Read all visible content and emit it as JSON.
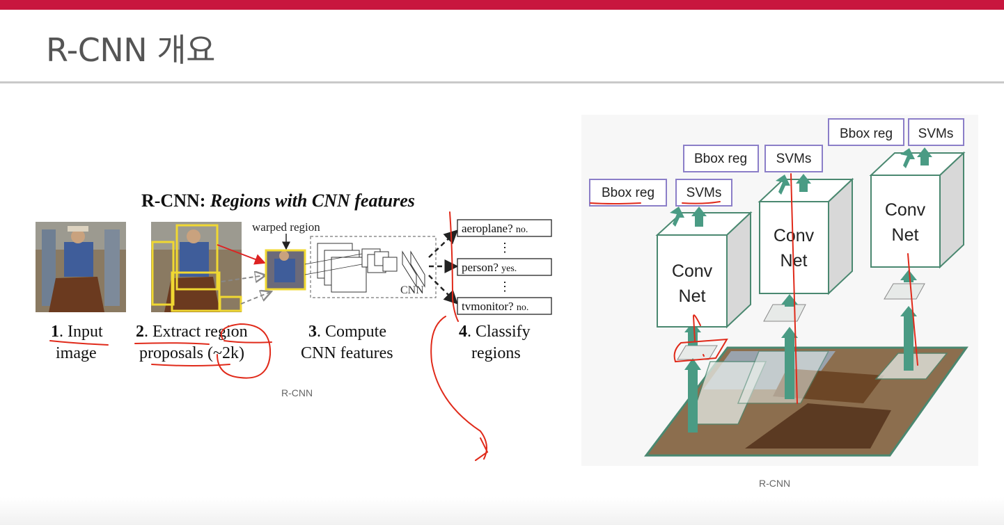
{
  "slide": {
    "title": "R-CNN 개요"
  },
  "left_figure": {
    "heading": "R-CNN: ",
    "heading_italic": "Regions with CNN features",
    "warped_label": "warped region",
    "cnn_label": "CNN",
    "steps": [
      {
        "num": "1",
        "line1": ". Input",
        "line2": "image"
      },
      {
        "num": "2",
        "line1": ". Extract region",
        "line2": "proposals (~2k)"
      },
      {
        "num": "3",
        "line1": ". Compute",
        "line2": "CNN features"
      },
      {
        "num": "4",
        "line1": ". Classify",
        "line2": "regions"
      }
    ],
    "outputs": [
      {
        "q": "aeroplane?",
        "a": "no."
      },
      {
        "q": "person?",
        "a": "yes."
      },
      {
        "q": "tvmonitor?",
        "a": "no."
      }
    ],
    "ellipsis": "⋮",
    "caption": "R-CNN"
  },
  "right_figure": {
    "columns": [
      {
        "net_line1": "Conv",
        "net_line2": "Net",
        "bbox": "Bbox reg",
        "svm": "SVMs"
      },
      {
        "net_line1": "Conv",
        "net_line2": "Net",
        "bbox": "Bbox reg",
        "svm": "SVMs"
      },
      {
        "net_line1": "Conv",
        "net_line2": "Net",
        "bbox": "Bbox reg",
        "svm": "SVMs"
      }
    ],
    "caption": "R-CNN"
  },
  "colors": {
    "accent": "#c8163e",
    "box_border": "#8b7ec8",
    "arrow": "#4a9b84",
    "annotation": "#e02a1a",
    "proposal": "#f0d832"
  }
}
